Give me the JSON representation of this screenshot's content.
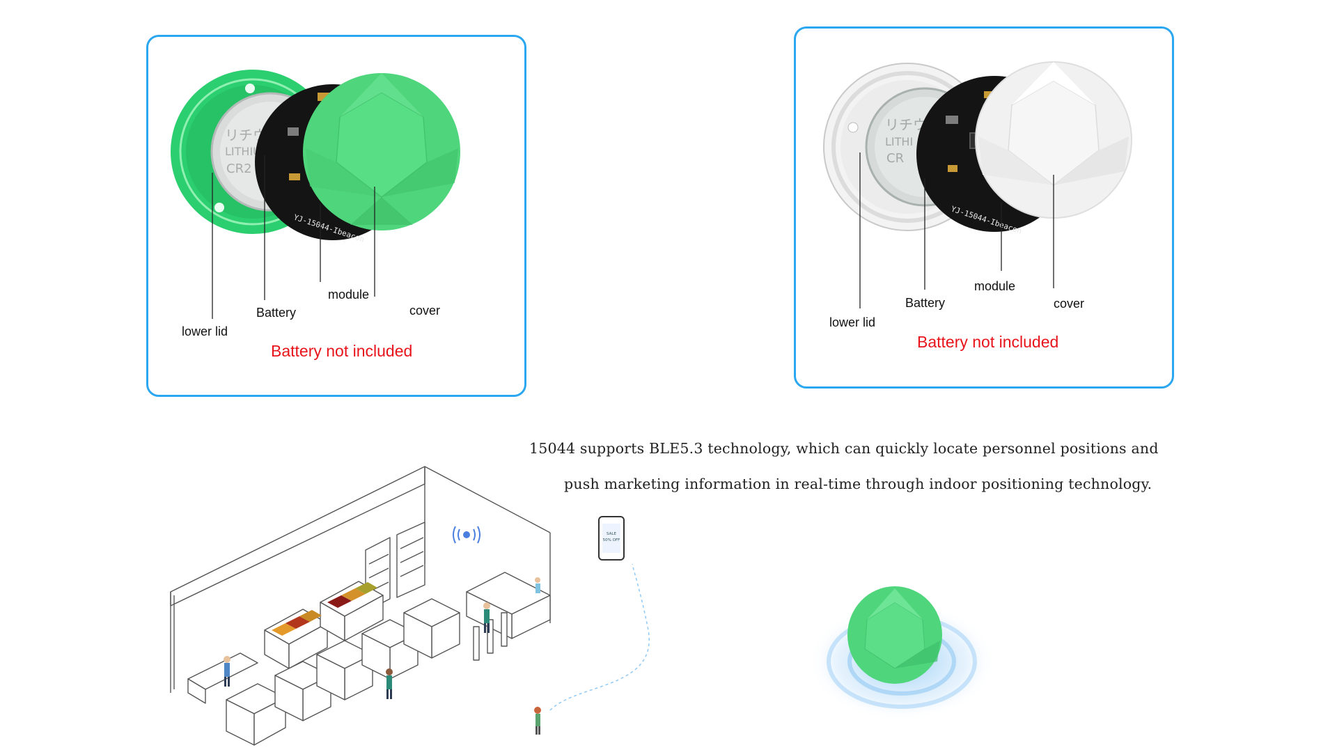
{
  "panels": [
    {
      "variant": "green",
      "labels": {
        "lower_lid": "lower lid",
        "battery": "Battery",
        "module": "module",
        "cover": "cover"
      },
      "battery_markings": [
        "リチウム",
        "LITHIUM",
        "CR2"
      ],
      "module_marking": "YJ-15044-Ibeacon",
      "note": "Battery not included"
    },
    {
      "variant": "white",
      "labels": {
        "lower_lid": "lower lid",
        "battery": "Battery",
        "module": "module",
        "cover": "cover"
      },
      "battery_markings": [
        "リチウ",
        "LITHI",
        "CR"
      ],
      "module_marking": "YJ-15044-Ibeacon",
      "note": "Battery not included"
    }
  ],
  "description": {
    "line1": "15044 supports BLE5.3 technology, which can quickly locate personnel positions and",
    "line2": "push marketing information in real-time through indoor positioning technology."
  },
  "phone_screen": {
    "line1": "SALE",
    "line2": "50% OFF"
  },
  "colors": {
    "panel_border": "#2aa7f0",
    "note_red": "#e8141b",
    "green_cover": "#4fd67c",
    "green_lid": "#2ccf6f",
    "white_cover": "#f1f1f1",
    "module_black": "#141414",
    "signal_blue": "#8fc9f5"
  },
  "icons": [
    "wifi-signal-icon",
    "phone-icon"
  ]
}
